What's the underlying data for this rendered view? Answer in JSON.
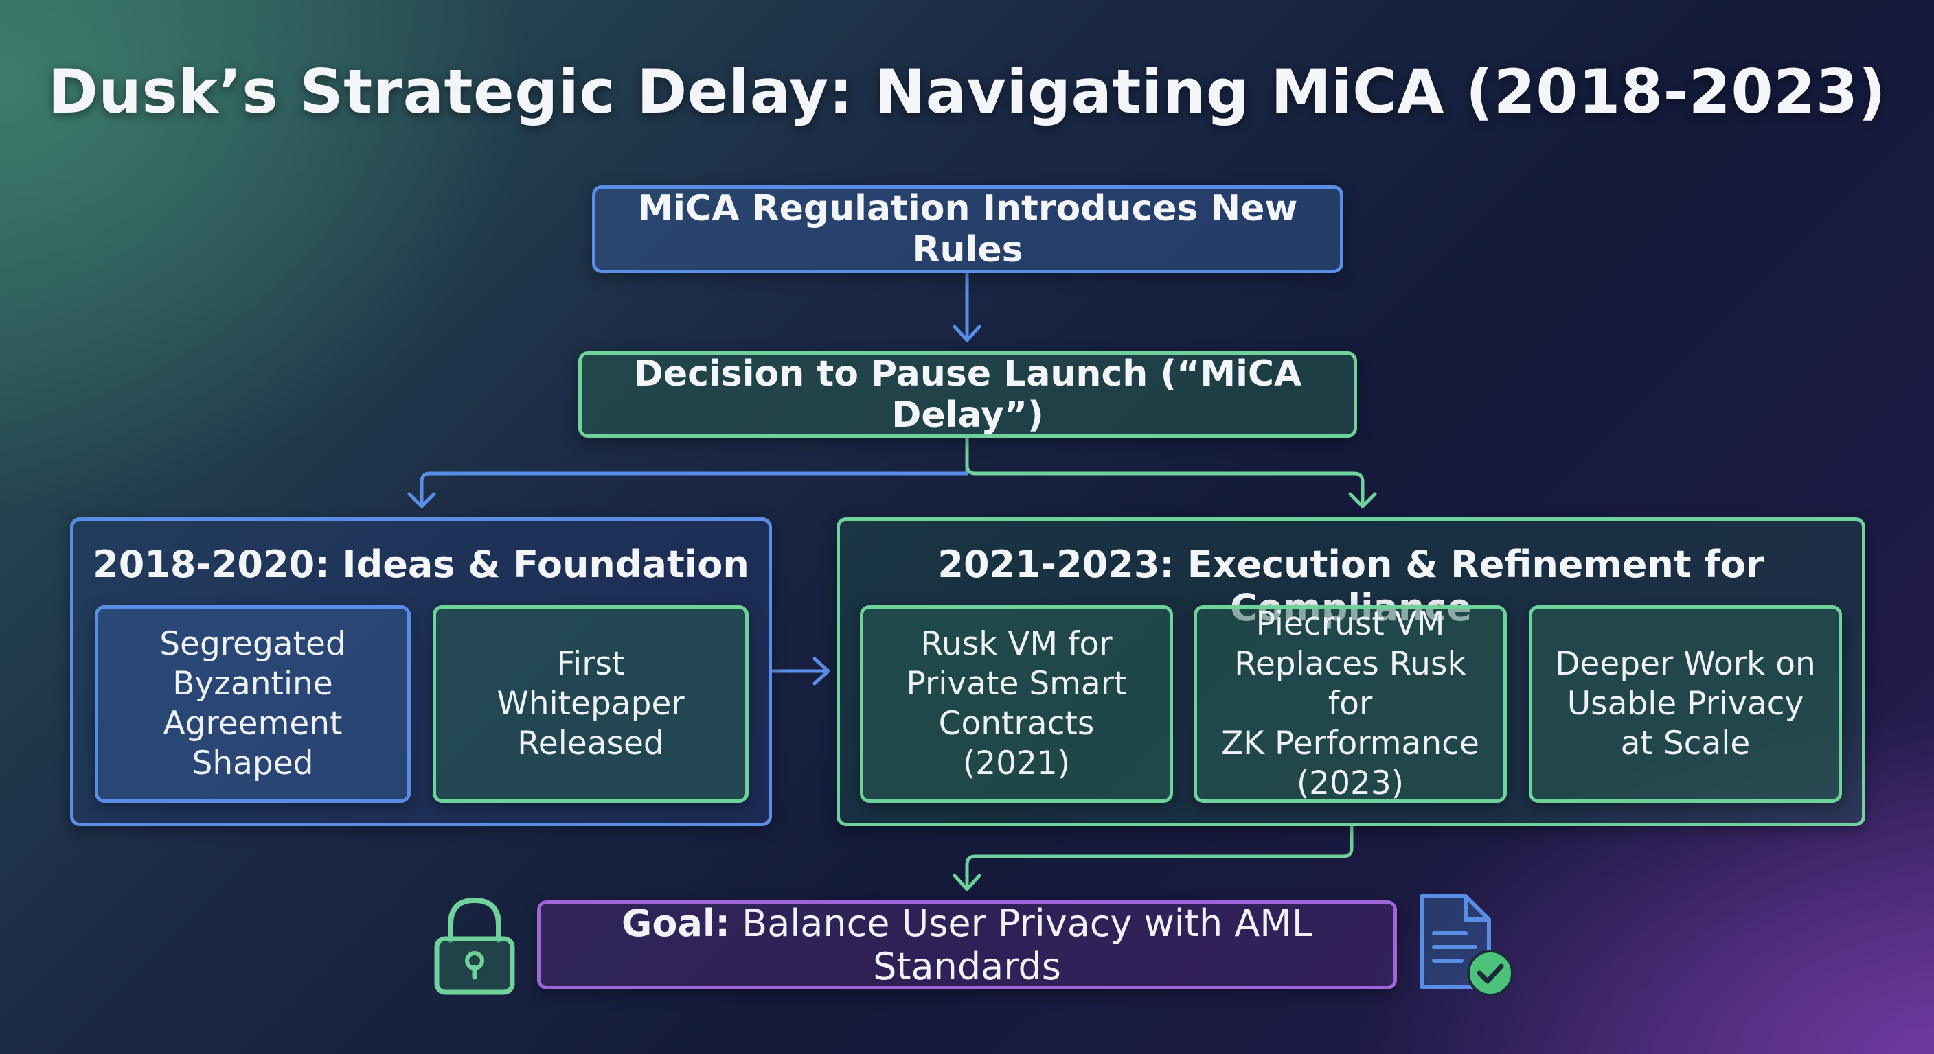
{
  "title": "Dusk’s Strategic Delay: Navigating MiCA (2018-2023)",
  "top_box": "MiCA Regulation Introduces New Rules",
  "decision_box": "Decision to Pause Launch (“MiCA Delay”)",
  "left_group": {
    "title": "2018-2020: Ideas & Foundation",
    "cards": [
      {
        "lines": [
          "Segregated",
          "Byzantine",
          "Agreement",
          "Shaped"
        ]
      },
      {
        "lines": [
          "First",
          "Whitepaper",
          "Released"
        ]
      }
    ]
  },
  "right_group": {
    "title": "2021-2023: Execution & Refinement for Compliance",
    "cards": [
      {
        "lines": [
          "Rusk VM for",
          "Private Smart",
          "Contracts",
          "(2021)"
        ]
      },
      {
        "lines": [
          "Piecrust VM",
          "Replaces Rusk for",
          "ZK Performance",
          "(2023)"
        ]
      },
      {
        "lines": [
          "Deeper Work on",
          "Usable Privacy",
          "at Scale"
        ]
      }
    ]
  },
  "goal": {
    "label": "Goal:",
    "text": "Balance User Privacy with AML Standards"
  },
  "icons": {
    "left": "padlock-icon",
    "right": "document-check-icon"
  },
  "colors": {
    "blue": "#5a8ee6",
    "green": "#6ed29a",
    "purple": "#a065d8"
  }
}
